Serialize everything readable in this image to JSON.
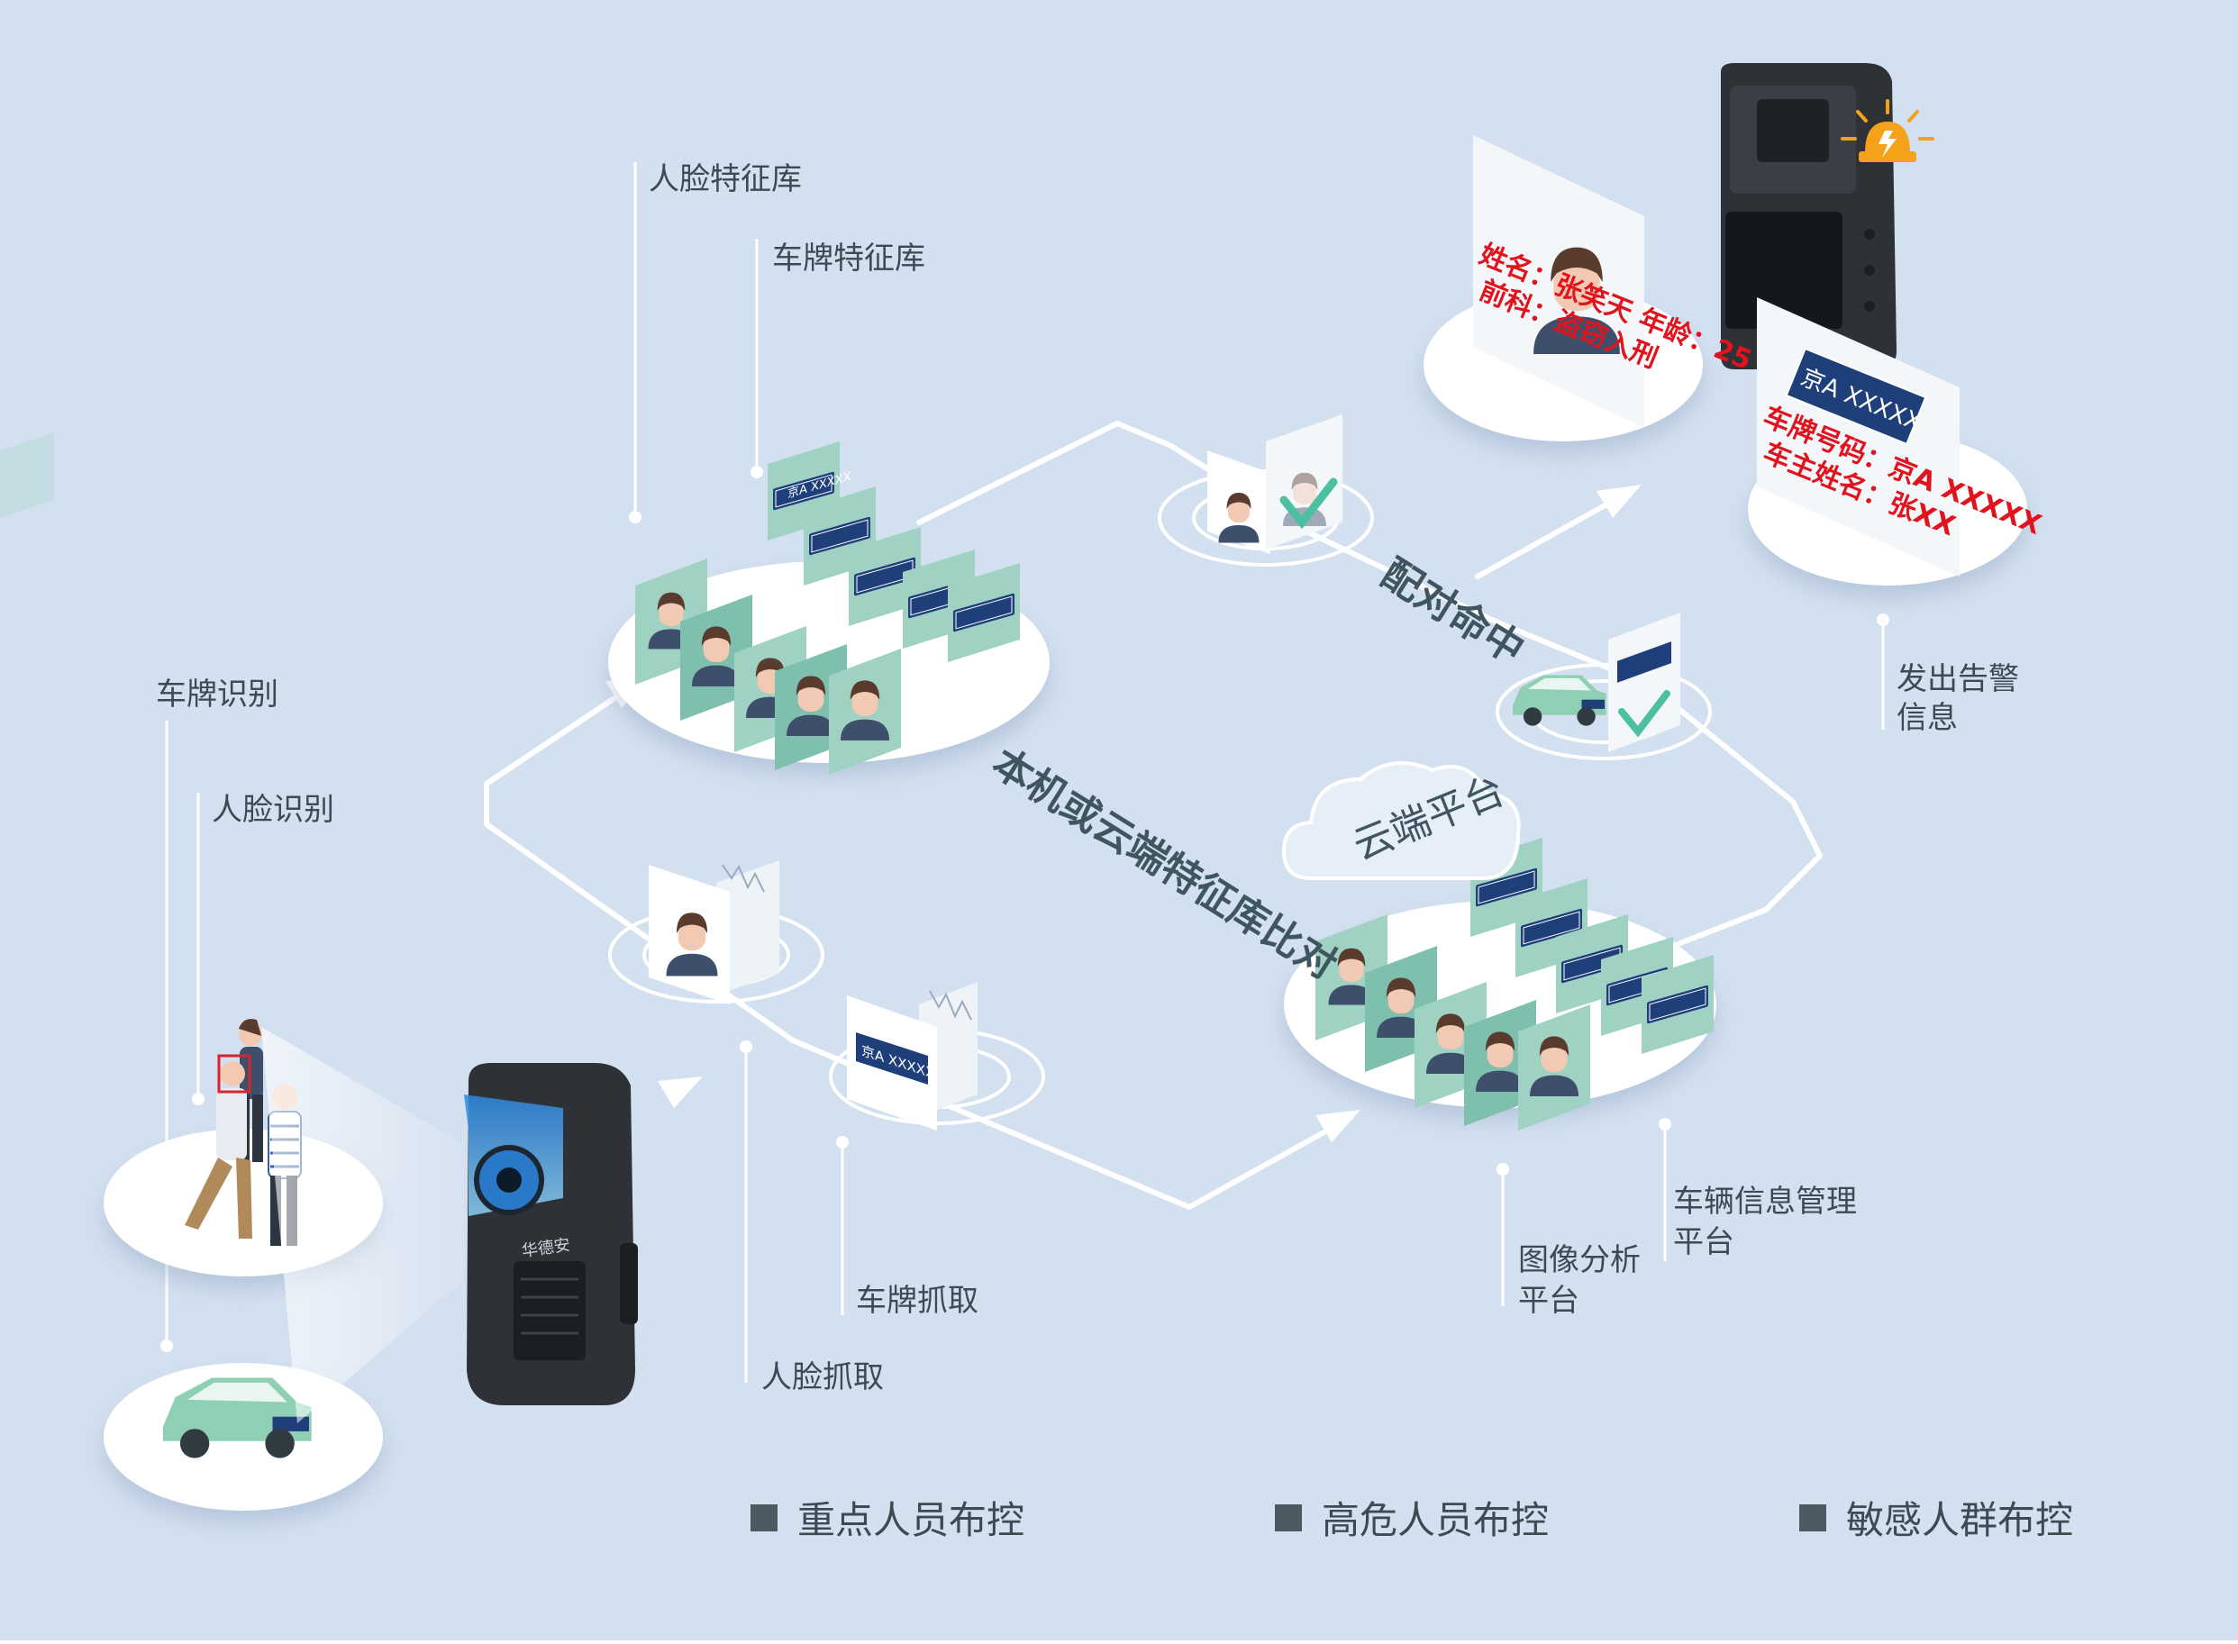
{
  "colors": {
    "background": "#d3e0f0",
    "platform": "#ffffff",
    "panel_green": "#9fd2c2",
    "panel_green_dark": "#7ebfae",
    "plate_blue": "#1f3f7a",
    "alert_red": "#e0141e",
    "alert_orange": "#f5a21b",
    "car_green": "#8fd0b4",
    "text": "#3c4a52"
  },
  "labels": {
    "face_db": "人脸特征库",
    "plate_db": "车牌特征库",
    "plate_recog": "车牌识别",
    "face_recog": "人脸识别",
    "face_capture": "人脸抓取",
    "plate_capture": "车牌抓取",
    "compare": "本机或云端特征库比对",
    "match": "配对命中",
    "cloud": "云端平台",
    "image_platform_1": "图像分析",
    "image_platform_2": "平台",
    "vehicle_platform_1": "车辆信息管理",
    "vehicle_platform_2": "平台",
    "alert_1": "发出告警",
    "alert_2": "信息"
  },
  "alert_person": {
    "line1": "姓名：张笑天 年龄：25",
    "line2": "前科：盗窃入刑"
  },
  "alert_plate": {
    "plate": "京A XXXXX",
    "line1": "车牌号码：京A XXXXX",
    "line2": "车主姓名：张XX"
  },
  "plates": {
    "small": "京A XXXXX",
    "capture": "京A XXXXX"
  },
  "device_brand": "华德安",
  "legend": [
    {
      "label": "重点人员布控"
    },
    {
      "label": "高危人员布控"
    },
    {
      "label": "敏感人群布控"
    }
  ],
  "icons": [
    "face-icon",
    "license-plate-icon",
    "checkmark-icon",
    "waveform-icon",
    "alarm-light-icon",
    "car-icon",
    "camera-device-icon",
    "cloud-icon"
  ]
}
